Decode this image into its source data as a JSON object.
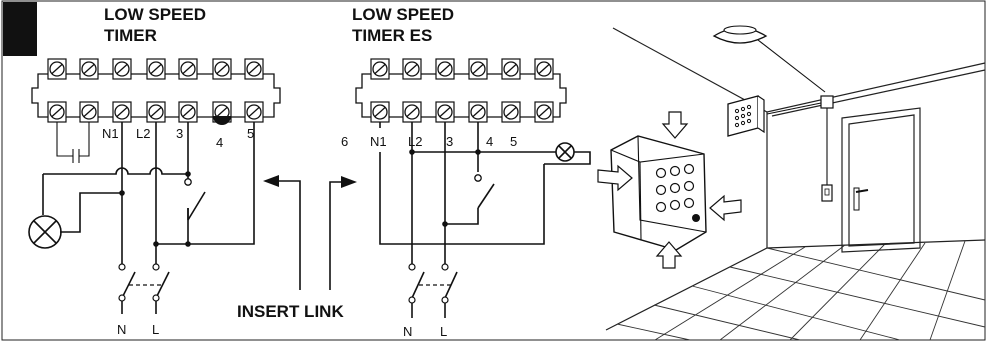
{
  "diagram_left": {
    "title_line1": "LOW SPEED",
    "title_line2": "TIMER",
    "terminal_labels": [
      "N1",
      "L2",
      "3",
      "4",
      "5"
    ],
    "supply_labels": [
      "N",
      "L"
    ]
  },
  "diagram_right": {
    "title_line1": "LOW SPEED",
    "title_line2": "TIMER ES",
    "terminal_labels": [
      "6",
      "N1",
      "L2",
      "3",
      "4",
      "5"
    ],
    "supply_labels": [
      "N",
      "L"
    ]
  },
  "insert_link_label": "INSERT LINK"
}
